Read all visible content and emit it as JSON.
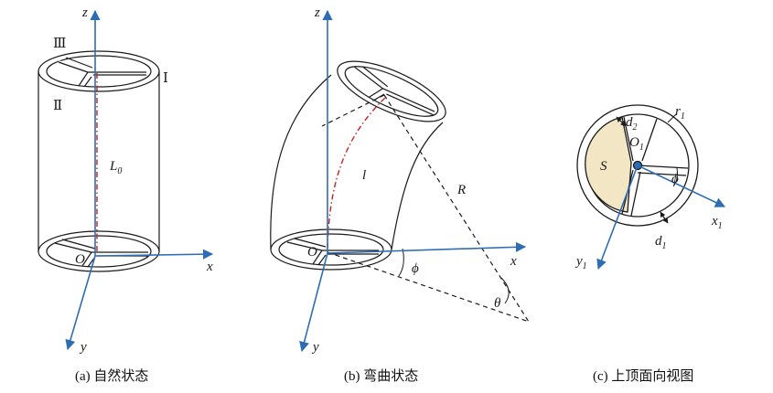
{
  "colors": {
    "axis": "#2e6db4",
    "outline": "#1a1a1a",
    "centerline": "#cc2020",
    "sector_fill": "#f3e6c4"
  },
  "panel_a": {
    "caption": "(a) 自然状态",
    "axis_z": "z",
    "axis_x": "x",
    "axis_y": "y",
    "origin": "O",
    "roman_3": "Ⅲ",
    "roman_2": "Ⅱ",
    "roman_1": "Ⅰ",
    "length_main": "L",
    "length_sub": "0"
  },
  "panel_b": {
    "caption": "(b) 弯曲状态",
    "axis_z": "z",
    "axis_x": "x",
    "axis_y": "y",
    "origin": "O",
    "arc_length": "l",
    "radius": "R",
    "angle_phi": "ϕ",
    "angle_theta": "θ"
  },
  "panel_c": {
    "caption": "(c) 上顶面向视图",
    "axis_x_main": "x",
    "axis_x_sub": "1",
    "axis_y_main": "y",
    "axis_y_sub": "1",
    "center_main": "O",
    "center_sub": "1",
    "r_main": "r",
    "r_sub": "1",
    "d2_main": "d",
    "d2_sub": "2",
    "d1_main": "d",
    "d1_sub": "1",
    "sector": "S",
    "angle_phi": "ϕ"
  }
}
